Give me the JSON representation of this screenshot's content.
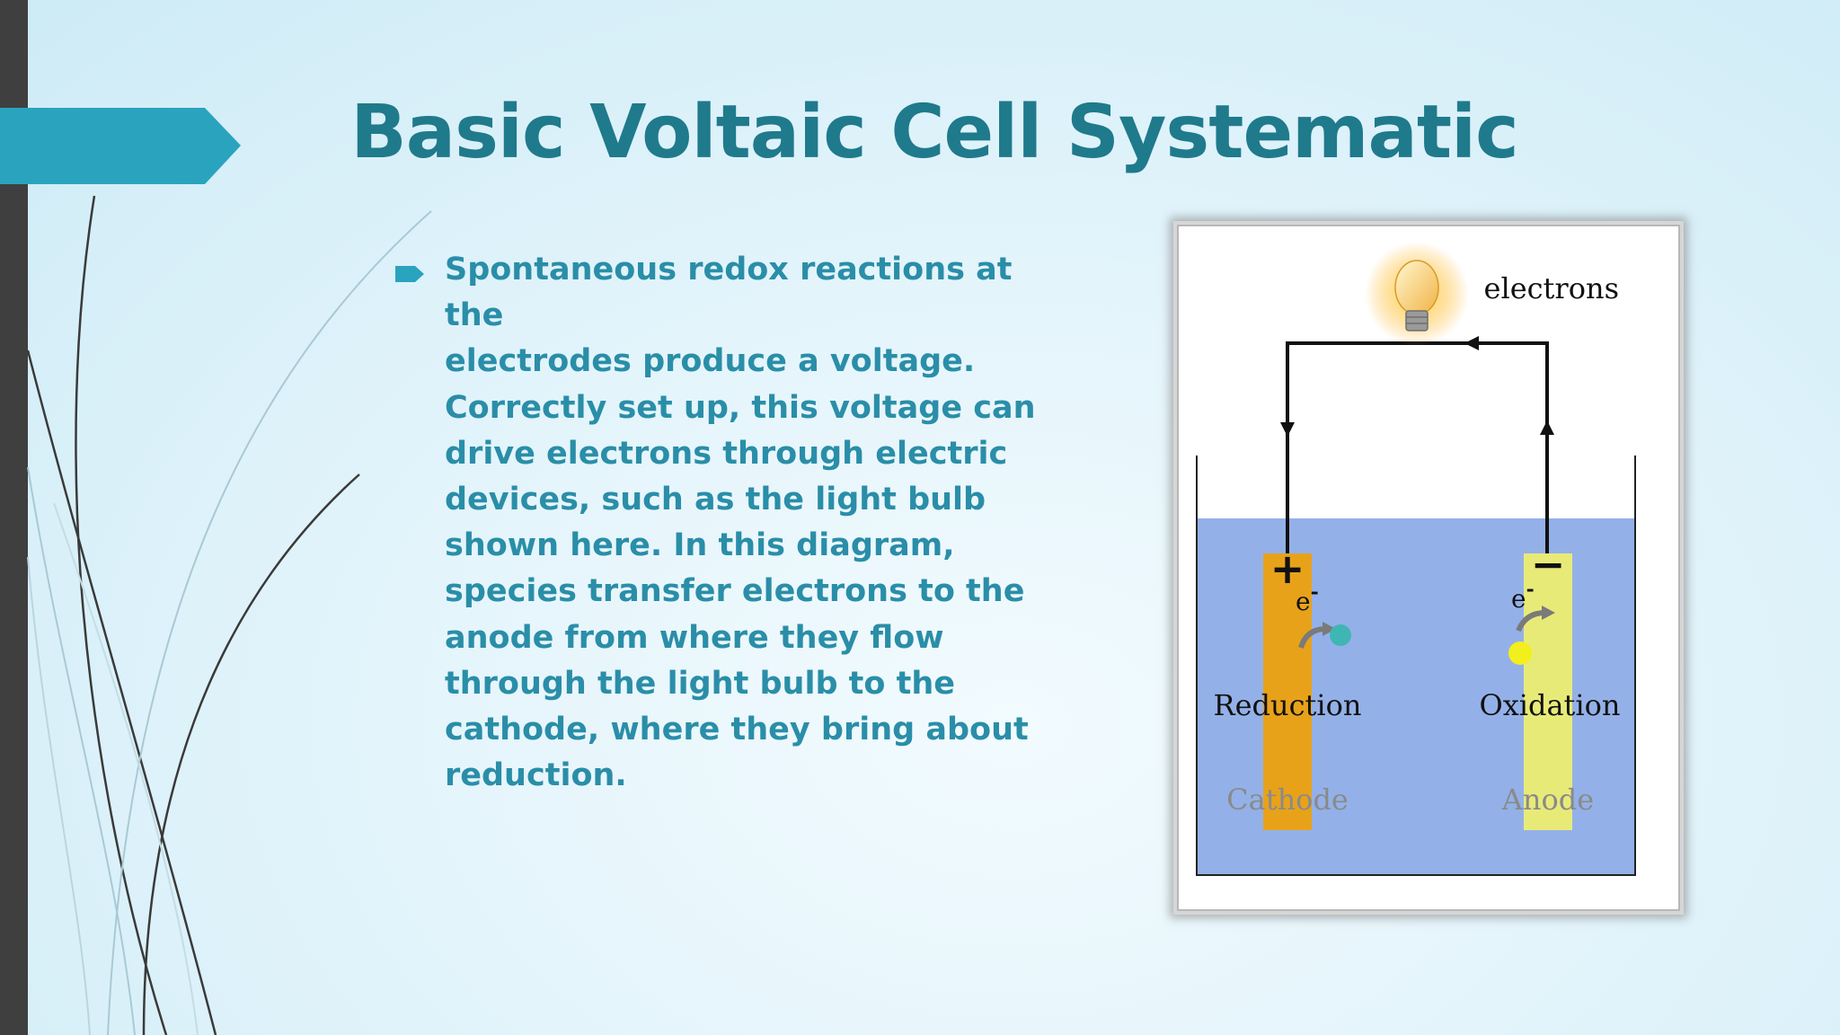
{
  "slide": {
    "title": "Basic Voltaic Cell Systematic",
    "bullet_text": "Spontaneous redox reactions at the\nelectrodes produce a voltage.\nCorrectly set up, this voltage can\ndrive electrons through electric\ndevices, such as the light bulb\nshown here. In this diagram,\nspecies transfer electrons to the\nanode from where they flow\nthrough the light bulb to the\ncathode, where they bring about\nreduction."
  },
  "diagram": {
    "electrons_label": "electrons",
    "cathode_sign": "+",
    "anode_sign": "−",
    "electron_symbol": "e",
    "electron_charge": "-",
    "reduction_label": "Reduction",
    "oxidation_label": "Oxidation",
    "cathode_label": "Cathode",
    "anode_label": "Anode"
  },
  "colors": {
    "title": "#1f7a8c",
    "text": "#2a8ea8",
    "accent": "#2aa3bf",
    "electrolyte": "#93b1e8",
    "cathode_electrode": "#e8a21a",
    "anode_electrode": "#e8ea78"
  }
}
